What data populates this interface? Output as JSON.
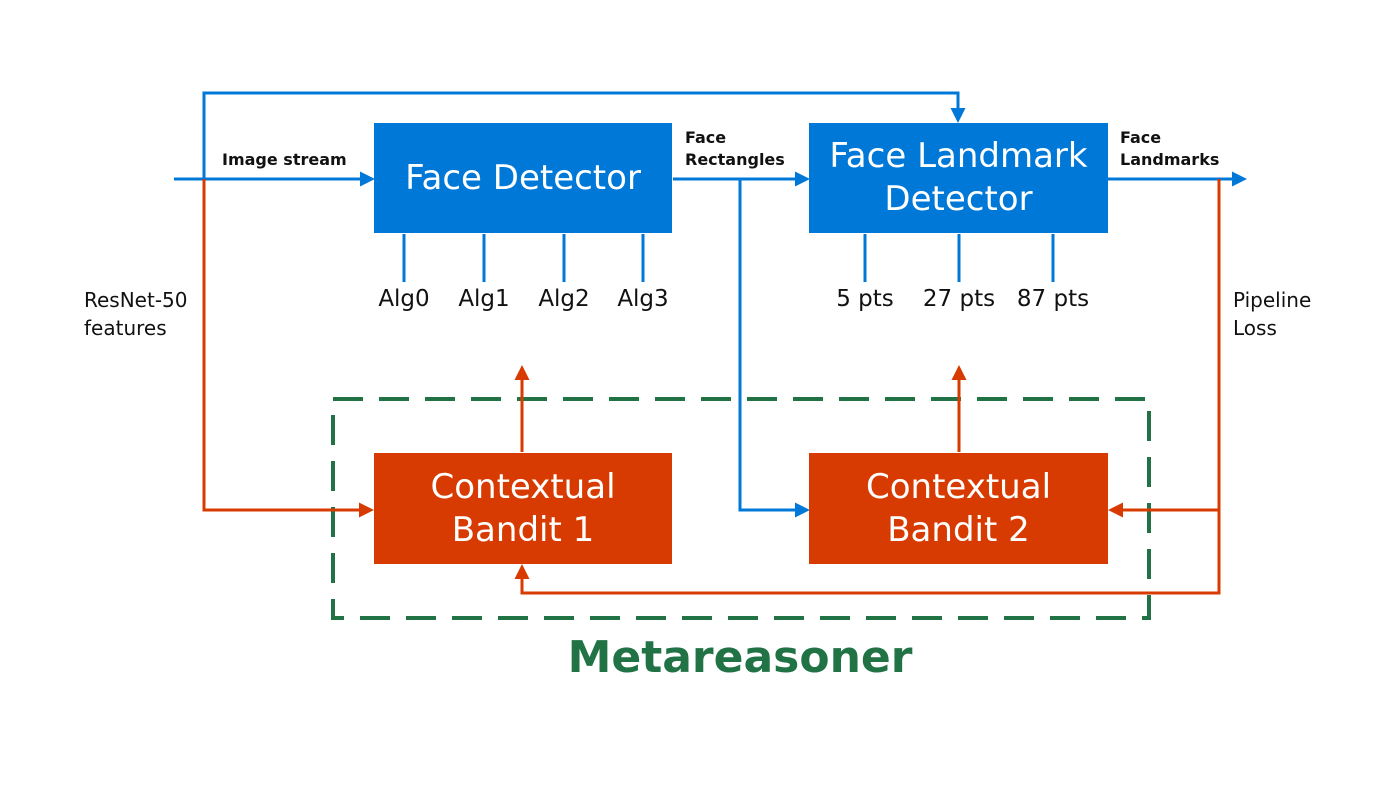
{
  "colors": {
    "blue": "#0078d7",
    "orange": "#d83b01",
    "green": "#217346"
  },
  "blocks": {
    "face_detector": {
      "lines": [
        "Face Detector"
      ]
    },
    "landmark_detector": {
      "lines": [
        "Face Landmark",
        "Detector"
      ]
    },
    "bandit1": {
      "lines": [
        "Contextual",
        "Bandit 1"
      ]
    },
    "bandit2": {
      "lines": [
        "Contextual",
        "Bandit 2"
      ]
    }
  },
  "edge_labels": {
    "image_stream": "Image stream",
    "face_rectangles": [
      "Face",
      "Rectangles"
    ],
    "face_landmarks": [
      "Face",
      "Landmarks"
    ],
    "resnet": [
      "ResNet-50",
      "features"
    ],
    "pipeline_loss": [
      "Pipeline",
      "Loss"
    ]
  },
  "detector_algorithms": [
    "Alg0",
    "Alg1",
    "Alg2",
    "Alg3"
  ],
  "landmark_options": [
    "5 pts",
    "27 pts",
    "87 pts"
  ],
  "metareasoner_label": "Metareasoner"
}
